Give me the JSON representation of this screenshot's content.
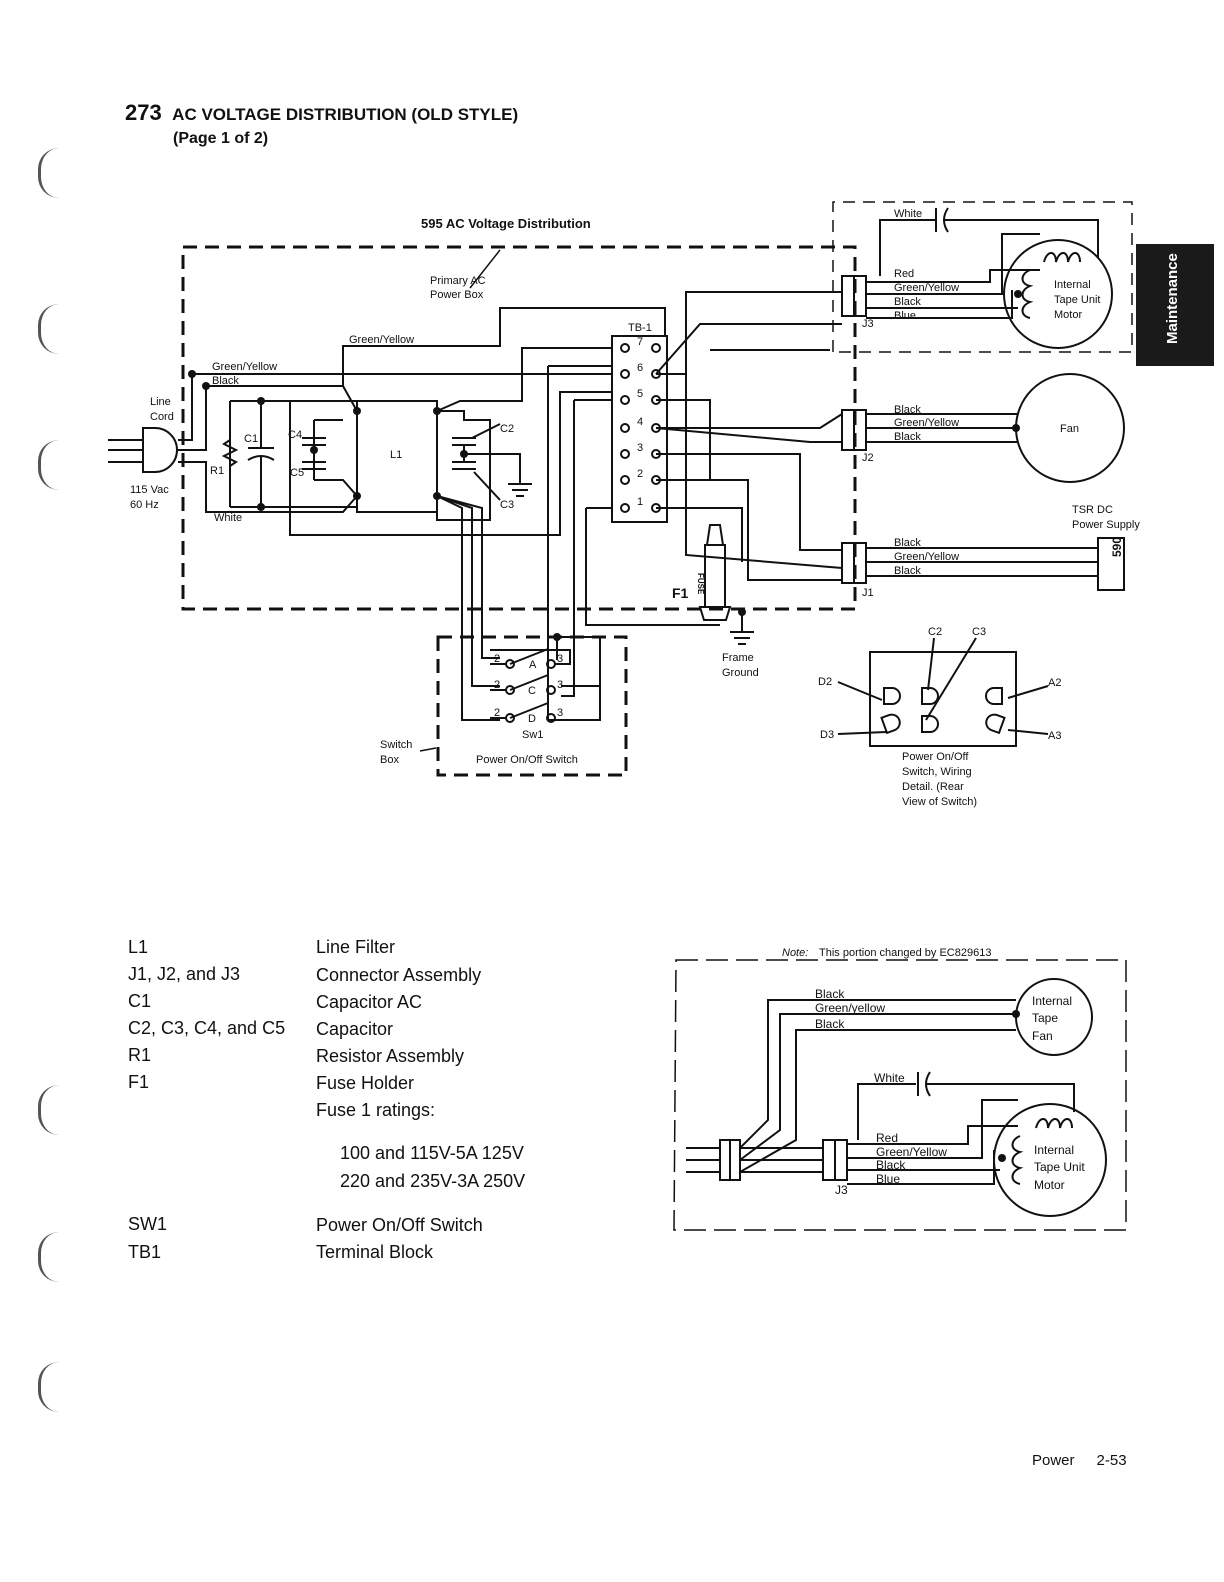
{
  "header": {
    "section_number": "273",
    "title": "AC VOLTAGE DISTRIBUTION (OLD STYLE)",
    "subtitle": "(Page 1 of 2)"
  },
  "side_tab": {
    "label": "Maintenance"
  },
  "diagram": {
    "title": "595 AC Voltage Distribution",
    "primary_box": "Primary AC",
    "primary_box_2": "Power Box",
    "line_cord": "Line",
    "line_cord_2": "Cord",
    "voltage": "115 Vac",
    "frequency": "60 Hz",
    "wire_green_yellow": "Green/Yellow",
    "wire_black": "Black",
    "wire_white": "White",
    "wire_red": "Red",
    "wire_blue": "Blue",
    "tb_label": "TB-1",
    "tb_terminals": [
      "7",
      "6",
      "5",
      "4",
      "3",
      "2",
      "1"
    ],
    "L1": "L1",
    "C1": "C1",
    "C2": "C2",
    "C3": "C3",
    "C4": "C4",
    "C5": "C5",
    "R1": "R1",
    "J1": "J1",
    "J2": "J2",
    "J3": "J3",
    "motor_1": "Internal",
    "motor_2": "Tape Unit",
    "motor_3": "Motor",
    "fan": "Fan",
    "psu_1": "TSR DC",
    "psu_2": "Power Supply",
    "psu_box": "590",
    "fuse": "FUSE",
    "F1": "F1",
    "frame_1": "Frame",
    "frame_2": "Ground",
    "sw_2": "2",
    "sw_3": "3",
    "sw_A": "A",
    "sw_C": "C",
    "sw_D": "D",
    "sw1": "Sw1",
    "switch_box_1": "Switch",
    "switch_box_2": "Box",
    "switch_name": "Power On/Off Switch",
    "detail_C2": "C2",
    "detail_C3": "C3",
    "D2": "D2",
    "D3": "D3",
    "A2": "A2",
    "A3": "A3",
    "detail_1": "Power On/Off",
    "detail_2": "Switch, Wiring",
    "detail_3": "Detail. (Rear",
    "detail_4": "View of Switch)"
  },
  "legend": [
    {
      "code": "L1",
      "desc": "Line Filter"
    },
    {
      "code": "J1, J2, and J3",
      "desc": "Connector Assembly"
    },
    {
      "code": "C1",
      "desc": "Capacitor AC"
    },
    {
      "code": "C2, C3, C4, and C5",
      "desc": "Capacitor"
    },
    {
      "code": "R1",
      "desc": "Resistor Assembly"
    },
    {
      "code": "F1",
      "desc": "Fuse Holder"
    },
    {
      "code": "",
      "desc": "Fuse 1 ratings:"
    },
    {
      "code": "",
      "desc": "100 and 115V-5A 125V"
    },
    {
      "code": "",
      "desc": "220 and 235V-3A 250V"
    },
    {
      "code": "SW1",
      "desc": "Power On/Off Switch"
    },
    {
      "code": "TB1",
      "desc": "Terminal Block"
    }
  ],
  "ec_note": {
    "note_label": "Note:",
    "note_text": "This portion changed by EC829613",
    "wire_black": "Black",
    "wire_green_yellow": "Green/yellow",
    "wire_white": "White",
    "wire_red": "Red",
    "wire_green_yellow_2": "Green/Yellow",
    "wire_blue": "Blue",
    "fan_1": "Internal",
    "fan_2": "Tape",
    "fan_3": "Fan",
    "motor_1": "Internal",
    "motor_2": "Tape Unit",
    "motor_3": "Motor",
    "J3": "J3"
  },
  "footer": {
    "section": "Power",
    "page": "2-53"
  }
}
